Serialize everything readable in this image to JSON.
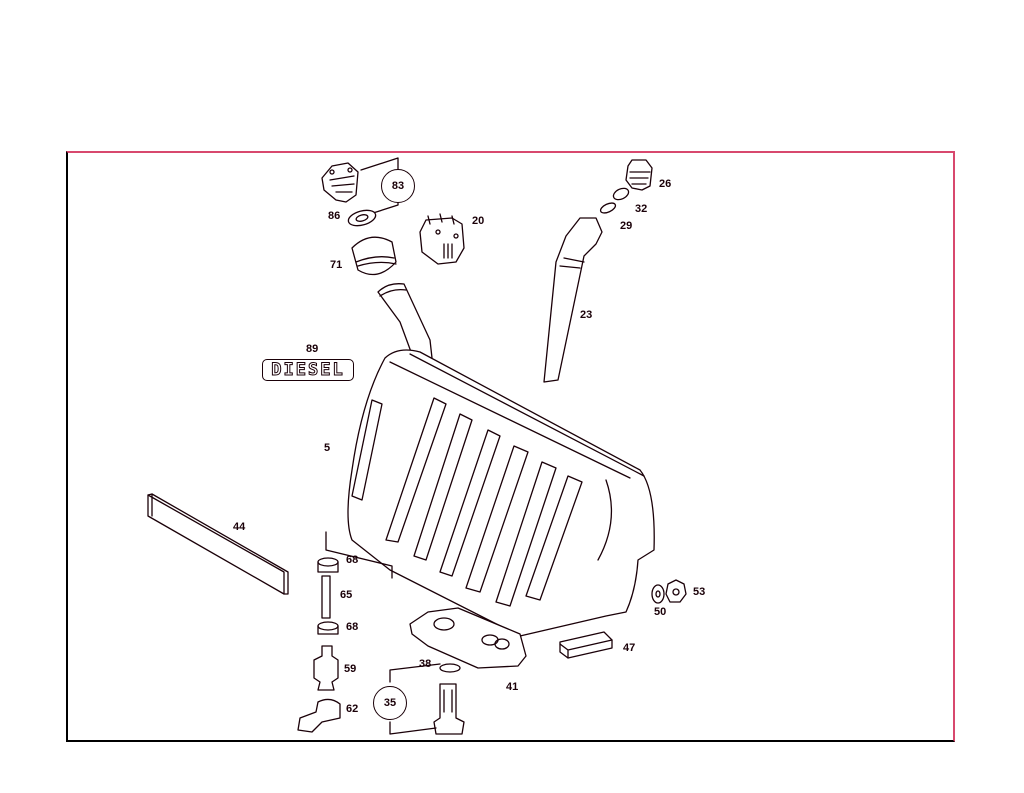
{
  "diagram": {
    "type": "exploded parts diagram",
    "subject": "diesel fuel tank assembly",
    "badge_text": "DIESEL",
    "accent_color": "#d8486e",
    "line_color": "#1a0008",
    "parts": [
      {
        "id": "p83",
        "number": "83",
        "callout": true
      },
      {
        "id": "p86",
        "number": "86"
      },
      {
        "id": "p20",
        "number": "20"
      },
      {
        "id": "p71",
        "number": "71"
      },
      {
        "id": "p26",
        "number": "26"
      },
      {
        "id": "p32",
        "number": "32"
      },
      {
        "id": "p29",
        "number": "29"
      },
      {
        "id": "p23",
        "number": "23"
      },
      {
        "id": "p89",
        "number": "89"
      },
      {
        "id": "p5",
        "number": "5"
      },
      {
        "id": "p44",
        "number": "44"
      },
      {
        "id": "p68a",
        "number": "68"
      },
      {
        "id": "p65",
        "number": "65"
      },
      {
        "id": "p68b",
        "number": "68"
      },
      {
        "id": "p59",
        "number": "59"
      },
      {
        "id": "p62",
        "number": "62"
      },
      {
        "id": "p38",
        "number": "38"
      },
      {
        "id": "p35",
        "number": "35",
        "callout": true
      },
      {
        "id": "p41",
        "number": "41"
      },
      {
        "id": "p47",
        "number": "47"
      },
      {
        "id": "p50",
        "number": "50"
      },
      {
        "id": "p53",
        "number": "53"
      }
    ]
  }
}
